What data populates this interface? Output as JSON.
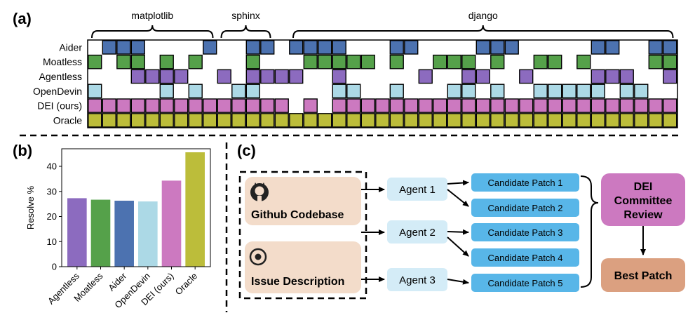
{
  "panels": {
    "a": "(a)",
    "b": "(b)",
    "c": "(c)"
  },
  "colors": {
    "Aider": "#4c72b0",
    "Moatless": "#55a14a",
    "Agentless": "#8c6bbf",
    "OpenDevin": "#acd9e6",
    "DEI (ours)": "#cc79c0",
    "Oracle": "#bcbd3a"
  },
  "chart_data": [
    {
      "type": "heatmap",
      "groups": [
        {
          "label": "matplotlib",
          "start": 0,
          "end": 8
        },
        {
          "label": "sphinx",
          "start": 9,
          "end": 12
        },
        {
          "label": "django",
          "start": 14,
          "end": 40
        }
      ],
      "rows": [
        "Aider",
        "Moatless",
        "Agentless",
        "OpenDevin",
        "DEI (ours)",
        "Oracle"
      ],
      "n_cols": 41,
      "cells": [
        [
          0,
          1,
          1,
          1,
          0,
          0,
          0,
          0,
          1,
          0,
          0,
          1,
          1,
          0,
          1,
          1,
          1,
          1,
          0,
          0,
          0,
          1,
          1,
          0,
          0,
          0,
          0,
          1,
          1,
          1,
          0,
          0,
          0,
          0,
          0,
          1,
          1,
          0,
          0,
          1,
          1
        ],
        [
          1,
          0,
          1,
          1,
          0,
          1,
          0,
          1,
          0,
          0,
          0,
          1,
          0,
          0,
          0,
          1,
          1,
          1,
          1,
          1,
          0,
          1,
          0,
          0,
          1,
          1,
          1,
          0,
          1,
          0,
          0,
          1,
          1,
          0,
          1,
          0,
          0,
          0,
          0,
          1,
          1
        ],
        [
          0,
          0,
          0,
          1,
          1,
          1,
          1,
          0,
          0,
          1,
          0,
          1,
          1,
          1,
          1,
          0,
          0,
          1,
          0,
          0,
          0,
          0,
          0,
          1,
          0,
          0,
          1,
          1,
          0,
          0,
          1,
          0,
          0,
          0,
          0,
          1,
          1,
          1,
          0,
          0,
          1
        ],
        [
          1,
          0,
          0,
          0,
          0,
          1,
          0,
          1,
          0,
          0,
          1,
          1,
          0,
          0,
          0,
          0,
          0,
          1,
          1,
          0,
          0,
          1,
          0,
          0,
          0,
          1,
          1,
          0,
          1,
          0,
          0,
          1,
          1,
          1,
          1,
          1,
          0,
          1,
          1,
          0,
          0
        ],
        [
          1,
          1,
          1,
          1,
          1,
          1,
          1,
          1,
          1,
          1,
          1,
          1,
          1,
          1,
          0,
          1,
          0,
          1,
          1,
          1,
          1,
          1,
          1,
          1,
          1,
          1,
          1,
          1,
          1,
          1,
          1,
          1,
          1,
          1,
          1,
          1,
          1,
          1,
          1,
          1,
          1
        ],
        [
          1,
          1,
          1,
          1,
          1,
          1,
          1,
          1,
          1,
          1,
          1,
          1,
          1,
          1,
          1,
          1,
          1,
          1,
          1,
          1,
          1,
          1,
          1,
          1,
          1,
          1,
          1,
          1,
          1,
          1,
          1,
          1,
          1,
          1,
          1,
          1,
          1,
          1,
          1,
          1,
          1
        ]
      ]
    },
    {
      "type": "bar",
      "categories": [
        "Agentless",
        "Moatless",
        "Aider",
        "OpenDevin",
        "DEI (ours)",
        "Oracle"
      ],
      "values": [
        27.3,
        26.7,
        26.3,
        26.0,
        34.3,
        45.6
      ],
      "ylabel": "Resolve %",
      "ylim": [
        0,
        47
      ],
      "yticks": [
        "0",
        "10",
        "20",
        "30",
        "40"
      ]
    }
  ],
  "flow": {
    "inputs": [
      {
        "label": "Github Codebase",
        "icon": "github-icon"
      },
      {
        "label": "Issue Description",
        "icon": "issue-icon"
      }
    ],
    "agents": [
      "Agent 1",
      "Agent 2",
      "Agent 3"
    ],
    "patches": [
      "Candidate Patch 1",
      "Candidate Patch 2",
      "Candidate Patch 3",
      "Candidate Patch 4",
      "Candidate Patch 5"
    ],
    "review": [
      "DEI",
      "Committee",
      "Review"
    ],
    "best": "Best Patch"
  }
}
